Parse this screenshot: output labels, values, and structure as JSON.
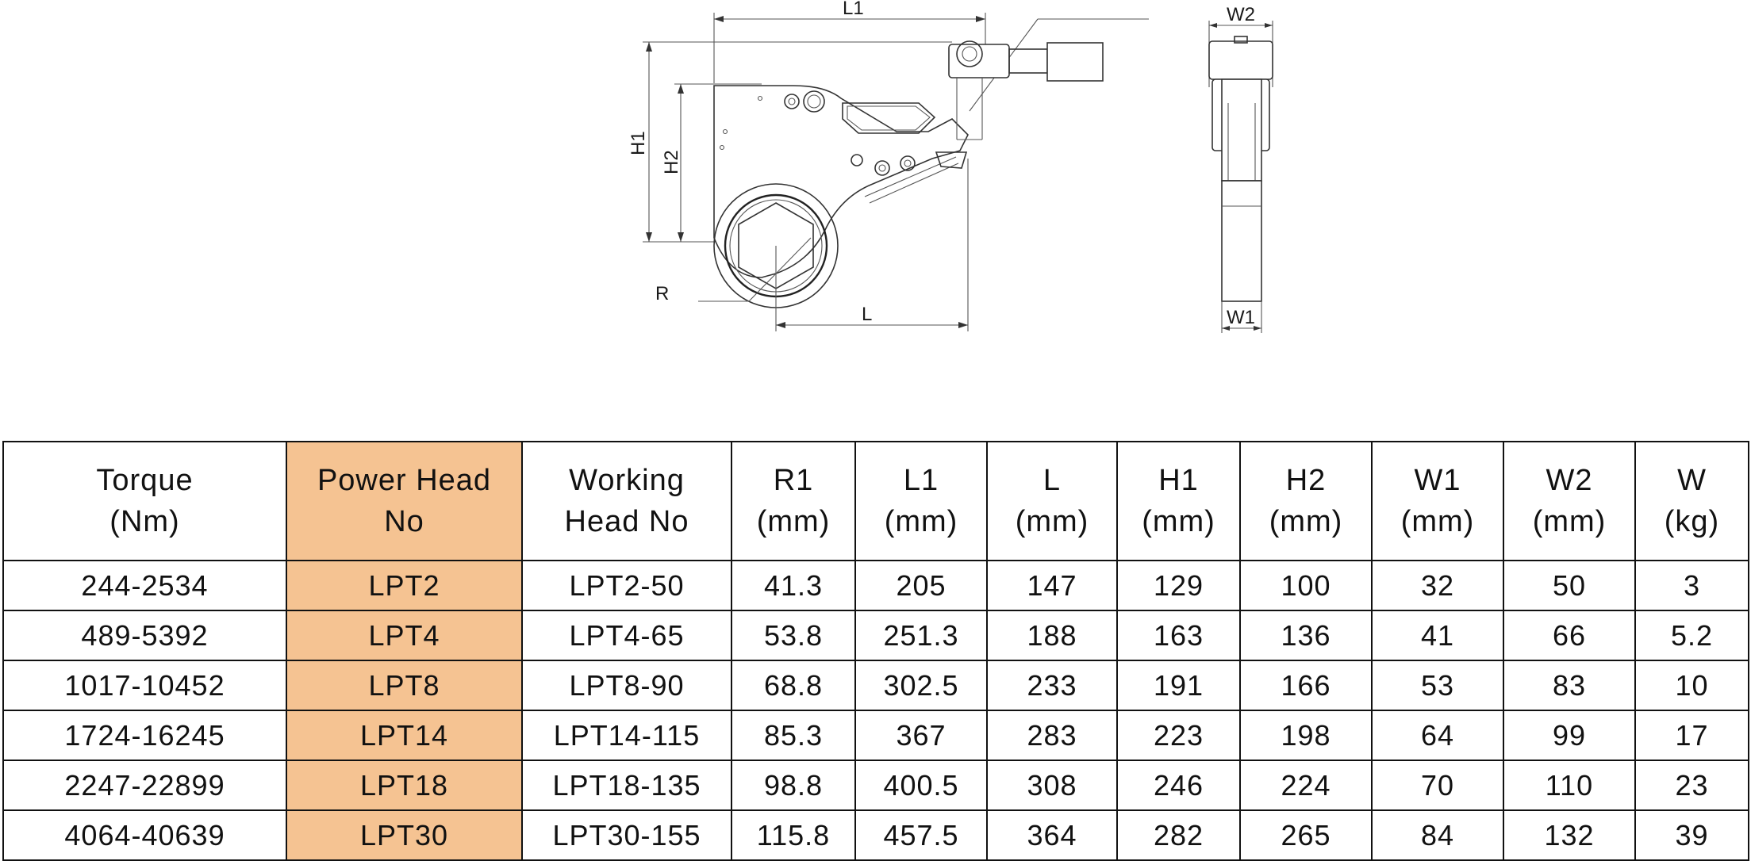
{
  "drawing": {
    "labels": {
      "l1": "L1",
      "h1": "H1",
      "h2": "H2",
      "r": "R",
      "l": "L",
      "w2": "W2",
      "w1": "W1"
    }
  },
  "table": {
    "headers": [
      {
        "line1": "Torque",
        "line2": "(Nm)"
      },
      {
        "line1": "Power Head",
        "line2": "No"
      },
      {
        "line1": "Working",
        "line2": "Head No"
      },
      {
        "line1": "R1",
        "line2": "(mm)"
      },
      {
        "line1": "L1",
        "line2": "(mm)"
      },
      {
        "line1": "L",
        "line2": "(mm)"
      },
      {
        "line1": "H1",
        "line2": "(mm)"
      },
      {
        "line1": "H2",
        "line2": "(mm)"
      },
      {
        "line1": "W1",
        "line2": "(mm)"
      },
      {
        "line1": "W2",
        "line2": "(mm)"
      },
      {
        "line1": "W",
        "line2": "(kg)"
      }
    ],
    "rows": [
      [
        "244-2534",
        "LPT2",
        "LPT2-50",
        "41.3",
        "205",
        "147",
        "129",
        "100",
        "32",
        "50",
        "3"
      ],
      [
        "489-5392",
        "LPT4",
        "LPT4-65",
        "53.8",
        "251.3",
        "188",
        "163",
        "136",
        "41",
        "66",
        "5.2"
      ],
      [
        "1017-10452",
        "LPT8",
        "LPT8-90",
        "68.8",
        "302.5",
        "233",
        "191",
        "166",
        "53",
        "83",
        "10"
      ],
      [
        "1724-16245",
        "LPT14",
        "LPT14-115",
        "85.3",
        "367",
        "283",
        "223",
        "198",
        "64",
        "99",
        "17"
      ],
      [
        "2247-22899",
        "LPT18",
        "LPT18-135",
        "98.8",
        "400.5",
        "308",
        "246",
        "224",
        "70",
        "110",
        "23"
      ],
      [
        "4064-40639",
        "LPT30",
        "LPT30-155",
        "115.8",
        "457.5",
        "364",
        "282",
        "265",
        "84",
        "132",
        "39"
      ]
    ],
    "highlight_color": "#f5c392"
  }
}
